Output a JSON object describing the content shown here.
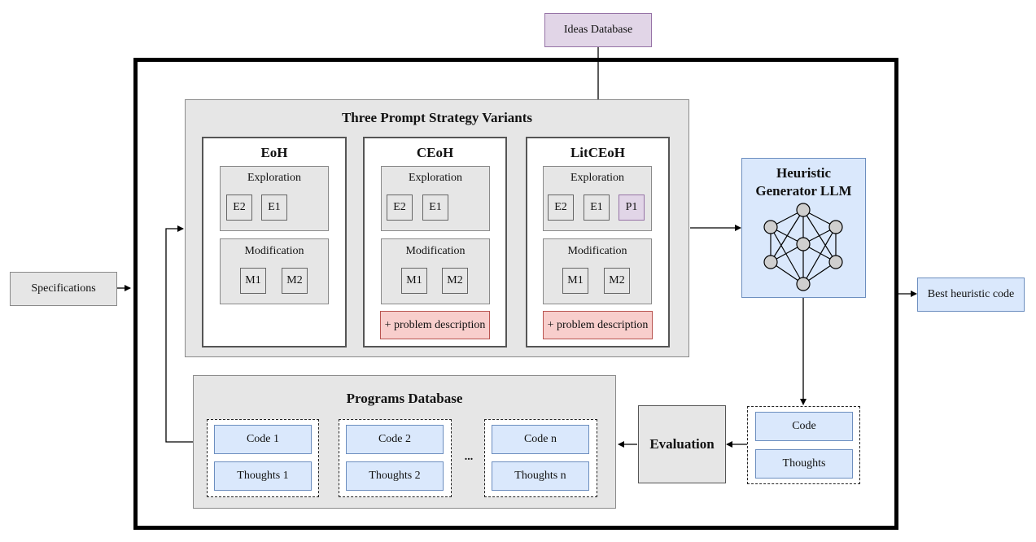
{
  "ideas_db": "Ideas Database",
  "specifications": "Specifications",
  "best_code": "Best heuristic code",
  "variants": {
    "title": "Three Prompt Strategy Variants",
    "eoh": {
      "name": "EoH",
      "exploration": "Exploration",
      "modification": "Modification",
      "e2": "E2",
      "e1": "E1",
      "m1": "M1",
      "m2": "M2"
    },
    "ceoh": {
      "name": "CEoH",
      "exploration": "Exploration",
      "modification": "Modification",
      "e2": "E2",
      "e1": "E1",
      "m1": "M1",
      "m2": "M2",
      "problem": "+ problem description"
    },
    "litceoh": {
      "name": "LitCEoH",
      "exploration": "Exploration",
      "modification": "Modification",
      "e2": "E2",
      "e1": "E1",
      "p1": "P1",
      "m1": "M1",
      "m2": "M2",
      "problem": "+ problem description"
    }
  },
  "llm": {
    "line1": "Heuristic",
    "line2": "Generator LLM"
  },
  "evaluation": "Evaluation",
  "output": {
    "code": "Code",
    "thoughts": "Thoughts"
  },
  "programs_db": {
    "title": "Programs Database",
    "ellipsis": "...",
    "entries": [
      {
        "code": "Code 1",
        "thoughts": "Thoughts 1"
      },
      {
        "code": "Code 2",
        "thoughts": "Thoughts 2"
      },
      {
        "code": "Code n",
        "thoughts": "Thoughts n"
      }
    ]
  }
}
